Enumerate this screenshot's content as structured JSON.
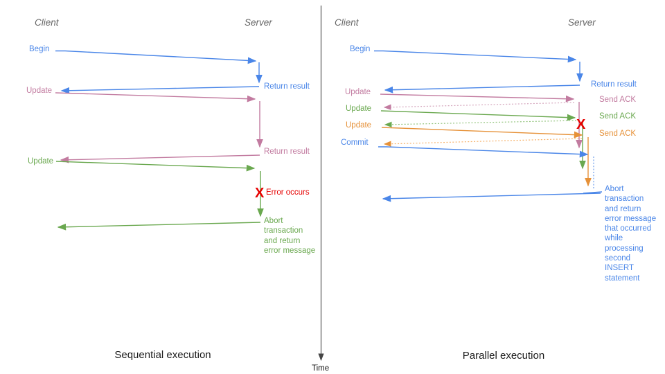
{
  "colors": {
    "blue": "#4a86e8",
    "pink": "#c27ba0",
    "green": "#6aa84f",
    "orange": "#e69138",
    "red": "#e60000",
    "dotted_pink": "#d5a6bd",
    "dotted_green": "#93c47d",
    "dotted_orange": "#f6b26b",
    "dotted_blue": "#6d9eeb",
    "header_gray": "#666666",
    "axis_gray": "#555555"
  },
  "time_axis": {
    "label": "Time"
  },
  "sequential": {
    "caption": "Sequential execution",
    "client": "Client",
    "server": "Server",
    "begin": "Begin",
    "return_result_1": "Return result",
    "update_1": "Update",
    "return_result_2": "Return result",
    "update_2": "Update",
    "error_mark": "X",
    "error_text": "Error occurs",
    "abort_lines": [
      "Abort",
      "transaction",
      "and return",
      "error message"
    ]
  },
  "parallel": {
    "caption": "Parallel execution",
    "client": "Client",
    "server": "Server",
    "begin": "Begin",
    "return_result": "Return result",
    "update_1": "Update",
    "send_ack_1": "Send ACK",
    "update_2": "Update",
    "send_ack_2": "Send ACK",
    "update_3": "Update",
    "send_ack_3": "Send ACK",
    "commit": "Commit",
    "error_mark": "X",
    "abort_lines": [
      "Abort",
      "transaction",
      "and return",
      "error message",
      "that occurred",
      "while",
      "processing",
      "second",
      "INSERT",
      "statement"
    ]
  }
}
